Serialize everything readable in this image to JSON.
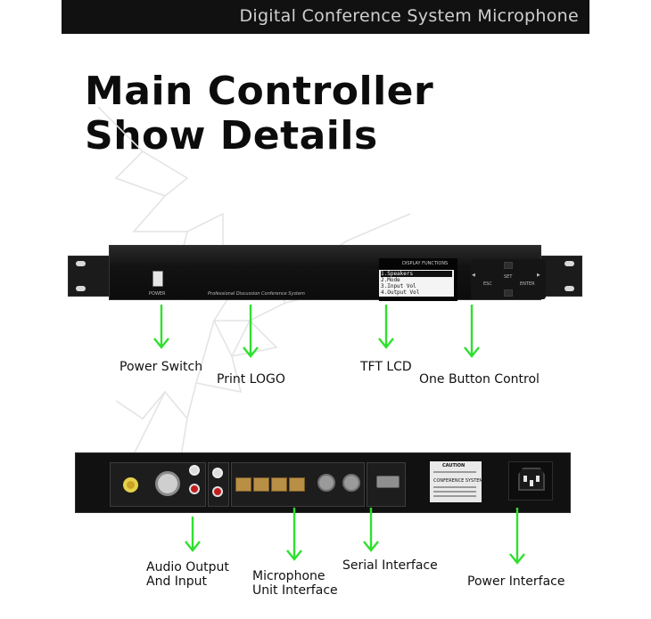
{
  "banner": {
    "title": "Digital Conference System Microphone"
  },
  "headline": {
    "line1": "Main Controller",
    "line2": "Show Details"
  },
  "front_panel": {
    "power_label": "POWER",
    "brand_text": "Professional Discussion Conference System",
    "lcd": {
      "title": "DISPLAY FUNCTIONS",
      "items": [
        "1.Speakers",
        "2.Mode",
        "3.Input Vol",
        "4.Output Vol"
      ],
      "selected_index": 0
    },
    "keypad": {
      "esc": "ESC",
      "set": "SET",
      "enter": "ENTER"
    }
  },
  "back_panel": {
    "caution_title": "CAUTION",
    "caution_system": "CONFERENCE SYSTEM"
  },
  "callouts": {
    "power_switch": "Power Switch",
    "print_logo": "Print LOGO",
    "tft_lcd": "TFT LCD",
    "one_button_control": "One Button Control",
    "audio_output_line1": "Audio Output",
    "audio_output_line2": "And Input",
    "mic_unit_line1": "Microphone",
    "mic_unit_line2": "Unit Interface",
    "serial_interface": "Serial Interface",
    "power_interface": "Power Interface"
  },
  "colors": {
    "arrow": "#2fe02f",
    "banner_bg": "#111111",
    "banner_text": "#cfcfcf"
  }
}
